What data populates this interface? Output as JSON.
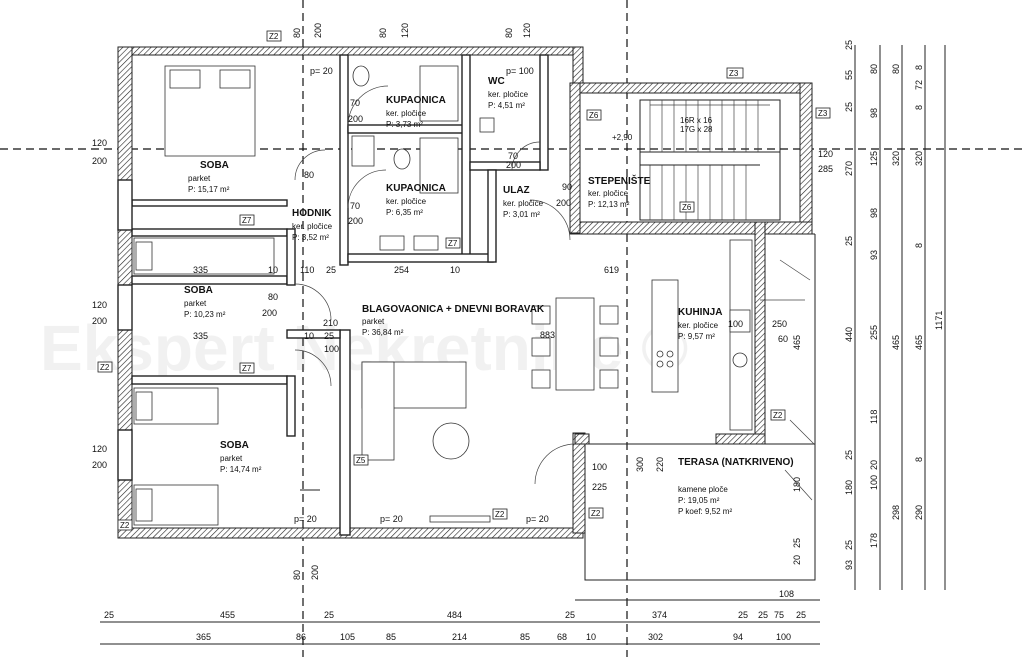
{
  "watermark": "Ekspert Nekretnine ©",
  "rooms": [
    {
      "name": "SOBA",
      "finish": "parket",
      "area": "P: 15,17 m²"
    },
    {
      "name": "SOBA",
      "finish": "parket",
      "area": "P: 10,23 m²"
    },
    {
      "name": "SOBA",
      "finish": "parket",
      "area": "P: 14,74 m²"
    },
    {
      "name": "KUPAONICA",
      "finish": "ker. pločice",
      "area": "P: 3,73 m²"
    },
    {
      "name": "KUPAONICA",
      "finish": "ker. pločice",
      "area": "P: 6,35 m²"
    },
    {
      "name": "WC",
      "finish": "ker. pločice",
      "area": "P: 4,51 m²"
    },
    {
      "name": "HODNIK",
      "finish": "ker. pločice",
      "area": "P: 3,52 m²"
    },
    {
      "name": "ULAZ",
      "finish": "ker. pločice",
      "area": "P: 3,01 m²"
    },
    {
      "name": "STEPENIŠTE",
      "finish": "ker. pločice",
      "area": "P: 12,13 m²"
    },
    {
      "name": "BLAGOVAONICA + DNEVNI BORAVAK",
      "finish": "parket",
      "area": "P: 36,84 m²"
    },
    {
      "name": "KUHINJA",
      "finish": "ker. pločice",
      "area": "P: 9,57 m²"
    },
    {
      "name": "TERASA (NATKRIVENO)",
      "finish": "kamene ploče",
      "area": "P: 19,05 m²",
      "extra": "P koef: 9,52 m²"
    }
  ],
  "wall_tags": [
    "Z2",
    "Z3",
    "Z6",
    "Z3",
    "Z6",
    "Z7",
    "Z7",
    "Z7",
    "Z2",
    "Z5",
    "Z2",
    "Z2",
    "Z2",
    "Z2"
  ],
  "level_mark": "+2,90",
  "stairs_label": [
    "16R x 16",
    "17G x 28"
  ],
  "top_dims": [
    "80",
    "200",
    "80",
    "120",
    "80",
    "120",
    "80",
    "200"
  ],
  "bottom_dims_row1": [
    "25",
    "455",
    "25",
    "484",
    "25",
    "374",
    "25",
    "108",
    "25",
    "75",
    "25"
  ],
  "bottom_dims_row2": [
    "365",
    "86",
    "105",
    "85",
    "214",
    "85",
    "68",
    "10",
    "302",
    "94",
    "100"
  ],
  "left_dims": [
    {
      "a": "120",
      "b": "200"
    },
    {
      "a": "120",
      "b": "200"
    },
    {
      "a": "120",
      "b": "200"
    }
  ],
  "right_dims_col1": [
    "25",
    "55",
    "25",
    "270",
    "25",
    "440",
    "25",
    "180",
    "25",
    "93"
  ],
  "right_dims_col2": [
    "80",
    "98",
    "125",
    "98",
    "93",
    "255",
    "118",
    "20",
    "100",
    "178"
  ],
  "right_dims_col3": [
    "80",
    "320",
    "465",
    "298"
  ],
  "right_dims_col4": [
    "8",
    "72",
    "8",
    "320",
    "8",
    "465",
    "8",
    "290"
  ],
  "right_total": "1171",
  "interior_labels": {
    "p20": "p= 20",
    "p100": "p= 100",
    "d335a": "335",
    "d10a": "10",
    "d110": "110",
    "d25a": "25",
    "d254": "254",
    "d10b": "10",
    "d619": "619",
    "d335b": "335",
    "d10c": "10",
    "d210": "210",
    "d25b": "25",
    "d70a": "70",
    "d200a": "200",
    "d70b": "70",
    "d200b": "200",
    "d70c": "70",
    "d200c": "200",
    "d90": "90",
    "d200d": "200",
    "d80a": "80",
    "d200e": "200",
    "d80b": "80",
    "d200f": "200",
    "d100a": "100",
    "d883": "883",
    "d250": "250",
    "d60": "60",
    "d465": "465",
    "d100b": "100",
    "d225": "225",
    "d300": "300",
    "d220": "220",
    "d180": "180",
    "d120": "120",
    "d285": "285",
    "d100c": "100",
    "d20": "20",
    "d25c": "25"
  }
}
